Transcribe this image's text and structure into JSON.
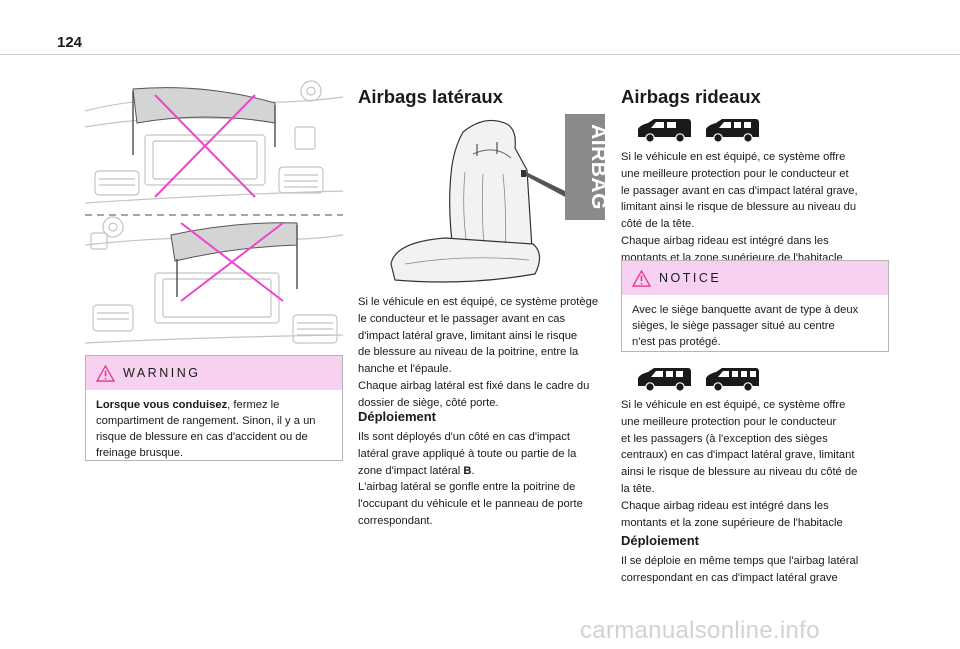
{
  "page": {
    "number": "124"
  },
  "left": {
    "warning": {
      "title": "WARNING",
      "bold_lead": "Lorsque vous conduisez",
      "text": ", fermez le compartiment de rangement. Sinon, il y a un risque de blessure en cas d'accident ou de freinage brusque."
    }
  },
  "middle": {
    "heading": "Airbags latéraux",
    "airbag_label": "AIRBAG",
    "paragraph1": [
      "Si le véhicule en est équipé, ce système protège",
      "le conducteur et le passager avant en cas",
      "d'impact latéral grave, limitant ainsi le risque",
      "de blessure au niveau de la poitrine, entre la",
      "hanche et l'épaule.",
      "Chaque airbag latéral est fixé dans le cadre du",
      "dossier de siège, côté porte."
    ],
    "subheading": "Déploiement",
    "paragraph2": [
      "Ils sont déployés d'un côté en cas d'impact",
      "latéral grave appliqué à toute ou partie de la",
      "zone d'impact latéral ",
      "L'airbag latéral se gonfle entre la poitrine de",
      "l'occupant du véhicule et le panneau de porte",
      "correspondant."
    ],
    "impact_zone_letter": "B",
    "impact_zone_end": "."
  },
  "right": {
    "heading": "Airbags rideaux",
    "paragraph1": [
      "Si le véhicule en est équipé, ce système offre",
      "une meilleure protection pour le conducteur et",
      "le passager avant en cas d'impact latéral grave,",
      "limitant ainsi le risque de blessure au niveau du",
      "côté de la tête.",
      "Chaque airbag rideau est intégré dans les",
      "montants et la zone supérieure de l'habitacle"
    ],
    "notice": {
      "title": "NOTICE",
      "lines": [
        "Avec le siège banquette avant de type à deux",
        "sièges, le siège passager situé au centre",
        "n'est pas protégé."
      ]
    },
    "paragraph2": [
      "Si le véhicule en est équipé, ce système offre",
      "une meilleure protection pour le conducteur",
      "et les passagers (à l'exception des sièges",
      "centraux) en cas d'impact latéral grave, limitant",
      "ainsi le risque de blessure au niveau du côté de",
      "la tête.",
      "Chaque airbag rideau est intégré dans les",
      "montants et la zone supérieure de l'habitacle"
    ],
    "subheading": "Déploiement",
    "paragraph3": [
      "Il se déploie en même temps que l'airbag latéral",
      "correspondant en cas d'impact latéral grave"
    ]
  },
  "footer": {
    "watermark": "carmanualsonline.info"
  },
  "colors": {
    "box_header": "#f7d2f0",
    "cross": "#ee44cc",
    "warning_triangle": "#e8328c",
    "text": "#1a1a1a"
  }
}
